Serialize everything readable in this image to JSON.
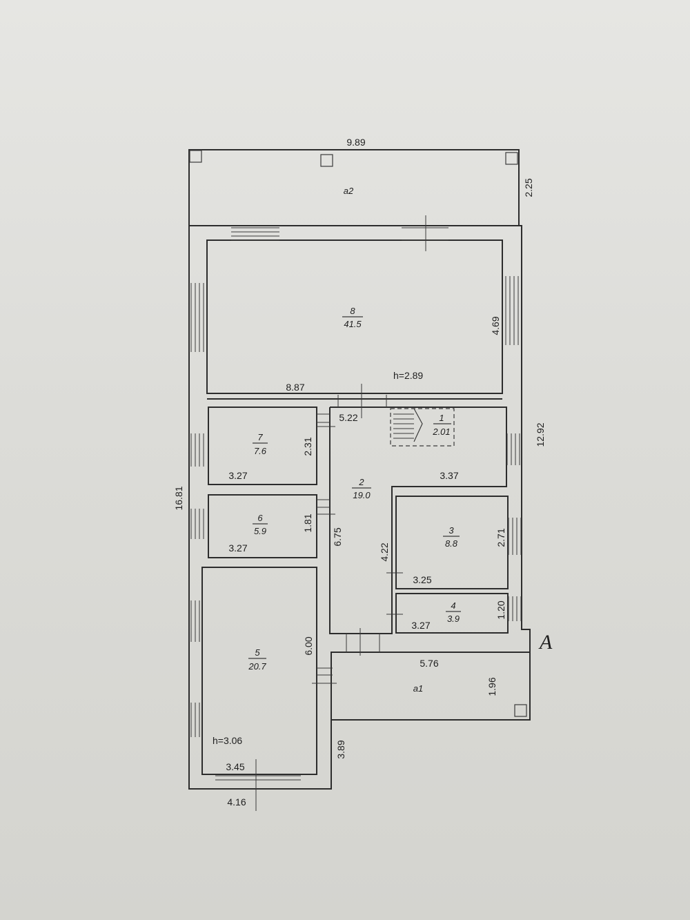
{
  "plan": {
    "overall": {
      "width": "9.89",
      "depth_terrace": "2.25",
      "right_total": "12.92",
      "left_total": "16.81"
    },
    "rooms": [
      {
        "id": "8",
        "area": "41.5"
      },
      {
        "id": "7",
        "area": "7.6"
      },
      {
        "id": "6",
        "area": "5.9"
      },
      {
        "id": "5",
        "area": "20.7"
      },
      {
        "id": "2",
        "area": "19.0"
      },
      {
        "id": "1",
        "area": "2.01"
      },
      {
        "id": "3",
        "area": "8.8"
      },
      {
        "id": "4",
        "area": "3.9"
      }
    ],
    "terraces": {
      "top": "a2",
      "bottom": "a1"
    },
    "heights": {
      "h1": "h=2.89",
      "h2": "h=3.06"
    },
    "dims": {
      "d_887": "8.87",
      "d_469": "4.69",
      "d_522": "5.22",
      "d_231": "2.31",
      "d_327a": "3.27",
      "d_337": "3.37",
      "d_181": "1.81",
      "d_327b": "3.27",
      "d_675": "6.75",
      "d_422": "4.22",
      "d_271": "2.71",
      "d_325": "3.25",
      "d_120": "1.20",
      "d_327c": "3.27",
      "d_600": "6.00",
      "d_576": "5.76",
      "d_196": "1.96",
      "d_389": "3.89",
      "d_345": "3.45",
      "d_416": "4.16"
    },
    "section_mark": "A"
  }
}
